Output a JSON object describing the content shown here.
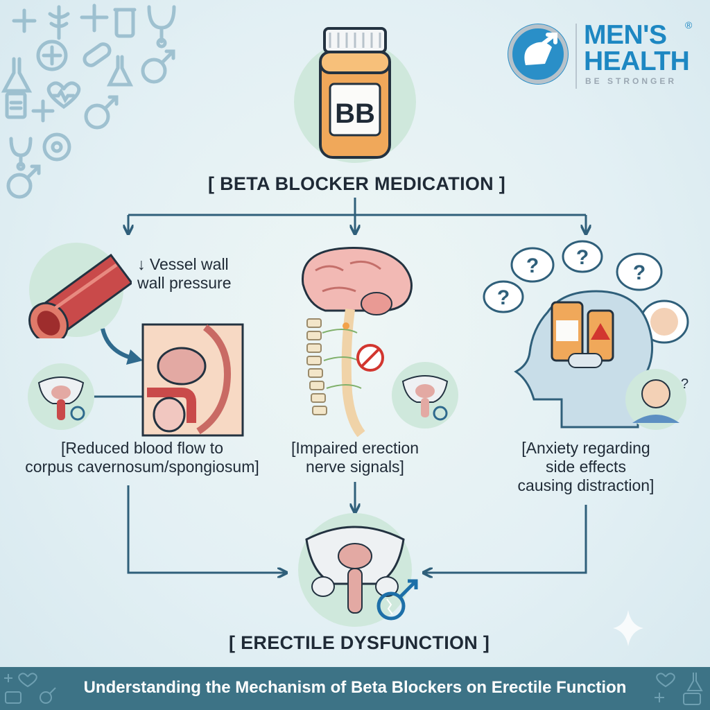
{
  "brand": {
    "name_line1": "MEN'S",
    "name_line2": "HEALTH",
    "registered": "®",
    "tagline": "BE STRONGER"
  },
  "medication": {
    "bottle_label": "BB",
    "heading": "[ BETA BLOCKER MEDICATION ]"
  },
  "vascular": {
    "note_line1": "↓ Vessel wall",
    "note_line2": "wall pressure",
    "label_line1": "[Reduced blood flow to",
    "label_line2": "corpus cavernosum/spongiosum]"
  },
  "neural": {
    "label_line1": "[Impaired erection",
    "label_line2": "nerve signals]"
  },
  "psych": {
    "label_line1": "[Anxiety regarding",
    "label_line2": "side effects",
    "label_line3": "causing distraction]"
  },
  "outcome": {
    "heading": "[ ERECTILE DYSFUNCTION ]"
  },
  "footer": {
    "title": "Understanding the Mechanism of Beta Blockers on Erectile Function"
  },
  "colors": {
    "arrow": "#2f5f7a",
    "brand_blue": "#1d87c2",
    "footer_bg": "#3d7386",
    "bottle_orange": "#f0a85a",
    "circle_green": "#cfe8dc"
  }
}
